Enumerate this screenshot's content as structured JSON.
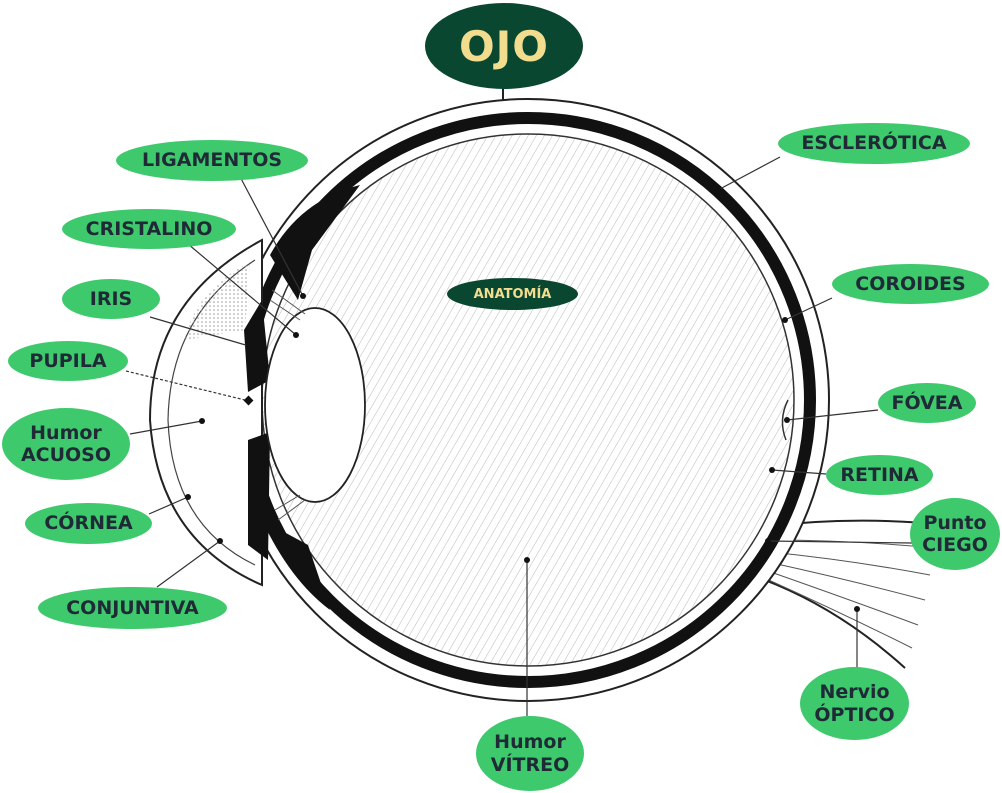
{
  "title": "OJO",
  "subtitle": "ANATOMÍA",
  "labels": {
    "ligamentos": "LIGAMENTOS",
    "cristalino": "CRISTALINO",
    "iris": "IRIS",
    "pupila": "PUPILA",
    "humor_acuoso": [
      "Humor",
      "ACUOSO"
    ],
    "cornea": "CÓRNEA",
    "conjuntiva": "CONJUNTIVA",
    "esclerotica": "ESCLERÓTICA",
    "coroides": "COROIDES",
    "fovea": "FÓVEA",
    "retina": "RETINA",
    "punto_ciego": [
      "Punto",
      "CIEGO"
    ],
    "nervio_optico": [
      "Nervio",
      "ÓPTICO"
    ],
    "humor_vitreo": [
      "Humor",
      "VÍTREO"
    ]
  },
  "colors": {
    "label_fill": "#3ec96d",
    "label_text": "#1f2a36",
    "badge_fill": "#0a4730",
    "badge_text": "#f2dc8e"
  }
}
